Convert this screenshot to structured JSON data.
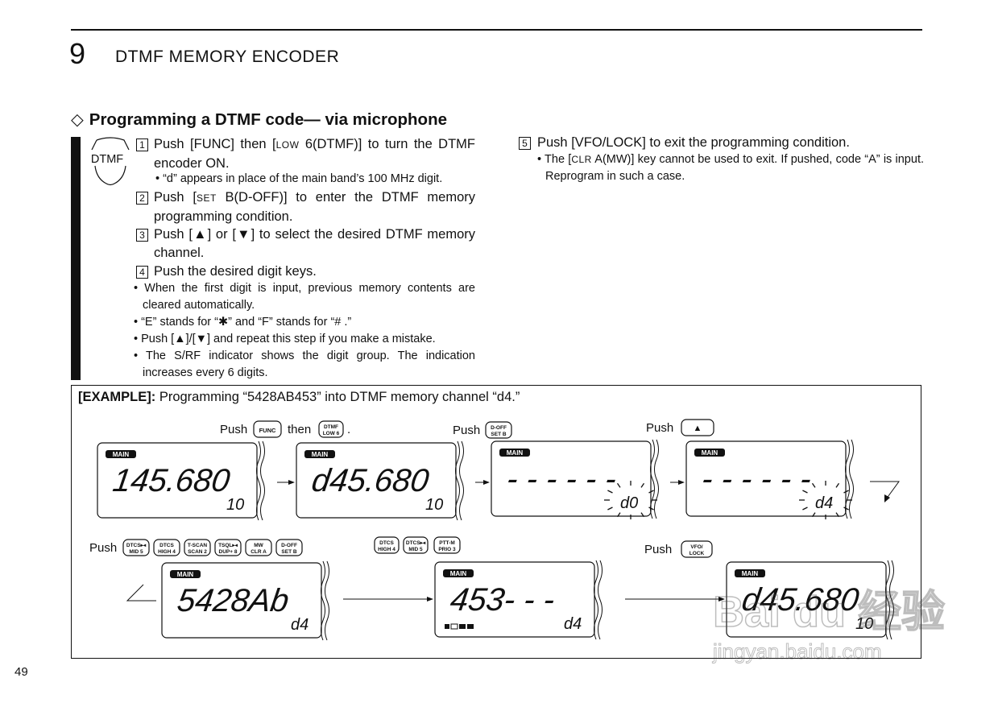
{
  "header": {
    "chapter_number": "9",
    "chapter_title": "DTMF MEMORY ENCODER"
  },
  "section": {
    "marker": "◇",
    "title": "Programming a DTMF code— via microphone"
  },
  "icon": {
    "name": "dtmf-key-icon",
    "label": "DTMF"
  },
  "steps": [
    {
      "num": "1",
      "parts": [
        "Push [FUNC] then [",
        "LOW",
        " 6(DTMF)] to turn the DTMF encoder ON."
      ]
    },
    {
      "num": "2",
      "parts": [
        "Push [",
        "SET",
        " B(D-OFF)] to enter the DTMF memory programming condition."
      ]
    },
    {
      "num": "3",
      "text": "Push [▲] or [▼] to select the desired DTMF memory channel."
    },
    {
      "num": "4",
      "text": "Push the desired digit keys."
    },
    {
      "num": "5",
      "text": "Push [VFO/LOCK] to exit the programming condition."
    }
  ],
  "step1_note": "• “d” appears in place of the main band’s 100 MHz digit.",
  "step4_notes": [
    "• When the first digit is input, previous memory contents are cleared automatically.",
    "• “E” stands for “✱” and “F” stands for “# .”",
    "• Push [▲]/[▼] and repeat this step if you make a mistake.",
    "• The S/RF indicator shows the digit group. The indication increases every 6 digits."
  ],
  "step5_note_parts": [
    "• The [",
    "CLR",
    " A(MW)] key cannot be used to exit. If pushed, code “A” is input. Reprogram in such a case."
  ],
  "example": {
    "label": "[EXAMPLE]:",
    "text": " Programming “5428AB453” into DTMF memory channel “d4.”",
    "push_word": "Push",
    "then_word": "then",
    "period": ".",
    "keys": {
      "func": [
        "FUNC"
      ],
      "dtmf_low6": [
        "DTMF",
        "LOW 6"
      ],
      "doff_setb": [
        "D-OFF",
        "SET B"
      ],
      "up": [
        "▲"
      ],
      "dtcs_mid5": [
        "DTCS▸◂",
        "MID 5"
      ],
      "dtcs_high4": [
        "DTCS",
        "HIGH 4"
      ],
      "tscan_scan2": [
        "T-SCAN",
        "SCAN 2"
      ],
      "tsql_dup8": [
        "TSQL▸◂",
        "DUP+ 8"
      ],
      "mw_clra": [
        "MW",
        "CLR A"
      ],
      "pttm_prio3": [
        "PTT-M",
        "PRIO 3"
      ],
      "vfo_lock": [
        "VFO/",
        "LOCK"
      ]
    },
    "displays": [
      {
        "badge": "MAIN",
        "main": "145.680",
        "sub": "10"
      },
      {
        "badge": "MAIN",
        "main": "d45.680",
        "sub": "10"
      },
      {
        "badge": "MAIN",
        "main": "- - - - - -",
        "sub": "d0"
      },
      {
        "badge": "MAIN",
        "main": "- - - - - -",
        "sub": "d4"
      },
      {
        "badge": "MAIN",
        "main": "5428Ab",
        "sub": "d4"
      },
      {
        "badge": "MAIN",
        "main": "453- - -",
        "sub": "d4"
      },
      {
        "badge": "MAIN",
        "main": "d45.680",
        "sub": "10"
      }
    ]
  },
  "watermark": {
    "brand": "Bai du 经验",
    "url": "jingyan.baidu.com"
  },
  "page_number": "49"
}
